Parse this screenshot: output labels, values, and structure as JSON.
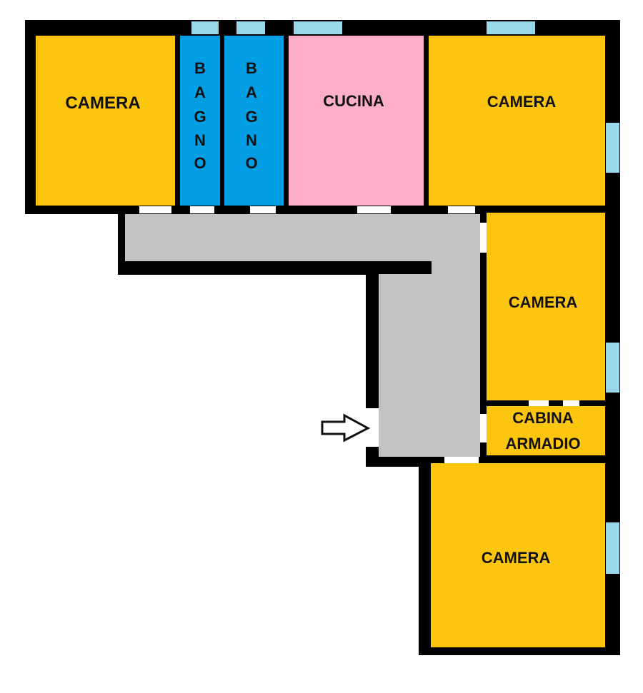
{
  "colors": {
    "wall": "#000000",
    "bedroom": "#fcc50f",
    "bathroom": "#039ee3",
    "kitchen": "#fdaecb",
    "corridor": "#c3c3c3",
    "window": "#99d8ea",
    "door": "#ffffff"
  },
  "rooms": {
    "camera_top_left": "CAMERA",
    "bagno_1": [
      "B",
      "A",
      "G",
      "N",
      "O"
    ],
    "bagno_2": [
      "B",
      "A",
      "G",
      "N",
      "O"
    ],
    "cucina": "CUCINA",
    "camera_top_right": "CAMERA",
    "camera_middle_right": "CAMERA",
    "cabina_armadio": [
      "CABINA",
      "ARMADIO"
    ],
    "camera_bottom_right": "CAMERA"
  },
  "icons": {
    "entrance": "arrow-right-icon"
  }
}
